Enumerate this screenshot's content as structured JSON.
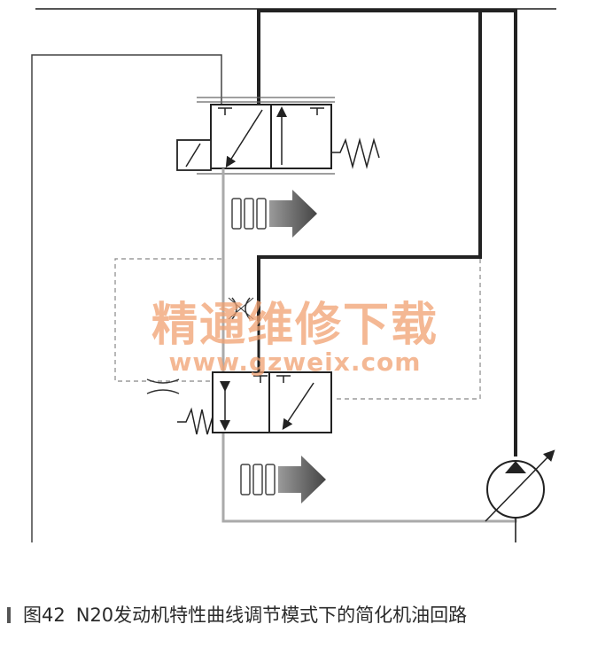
{
  "watermark": {
    "title": "精通维修下载",
    "url": "www.gzweix.com",
    "color": "#f0a070"
  },
  "caption": {
    "number": "图42",
    "text": "N20发动机特性曲线调节模式下的简化机油回路"
  },
  "colors": {
    "line": "#222222",
    "thin_line": "#555555",
    "return_line": "#aaaaaa",
    "pilot_line": "#888888",
    "arrow_dark": "#555555"
  }
}
